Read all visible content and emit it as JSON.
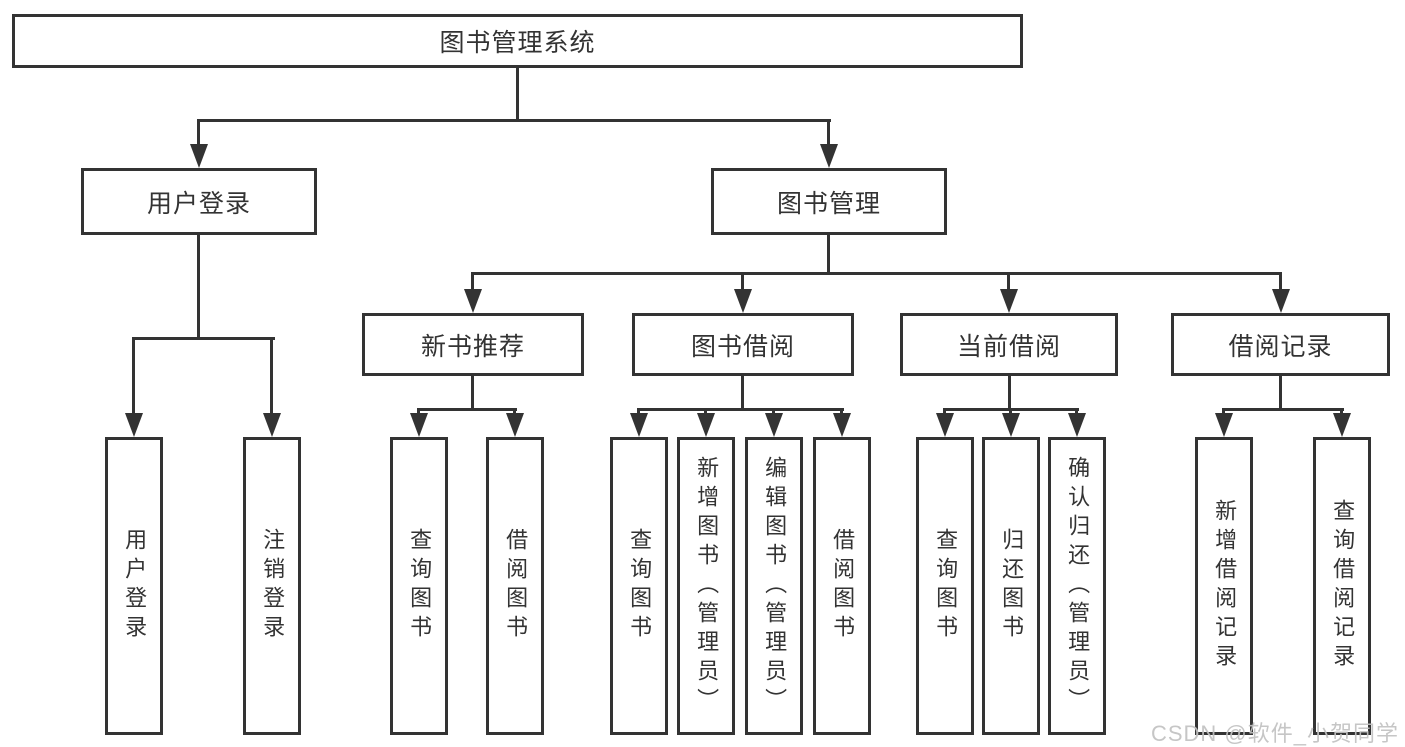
{
  "tree": {
    "label": "图书管理系统",
    "children": [
      {
        "label": "用户登录",
        "children": [
          {
            "label": "用户登录"
          },
          {
            "label": "注销登录"
          }
        ]
      },
      {
        "label": "图书管理",
        "children": [
          {
            "label": "新书推荐",
            "children": [
              {
                "label": "查询图书"
              },
              {
                "label": "借阅图书"
              }
            ]
          },
          {
            "label": "图书借阅",
            "children": [
              {
                "label": "查询图书"
              },
              {
                "label": "新增图书（管理员）"
              },
              {
                "label": "编辑图书（管理员）"
              },
              {
                "label": "借阅图书"
              }
            ]
          },
          {
            "label": "当前借阅",
            "children": [
              {
                "label": "查询图书"
              },
              {
                "label": "归还图书"
              },
              {
                "label": "确认归还（管理员）"
              }
            ]
          },
          {
            "label": "借阅记录",
            "children": [
              {
                "label": "新增借阅记录"
              },
              {
                "label": "查询借阅记录"
              }
            ]
          }
        ]
      }
    ]
  },
  "watermark": "CSDN @软件_小贺同学",
  "colors": {
    "line": "#333333",
    "text": "#333333",
    "watermark": "#c1c1c1",
    "background": "#ffffff"
  }
}
